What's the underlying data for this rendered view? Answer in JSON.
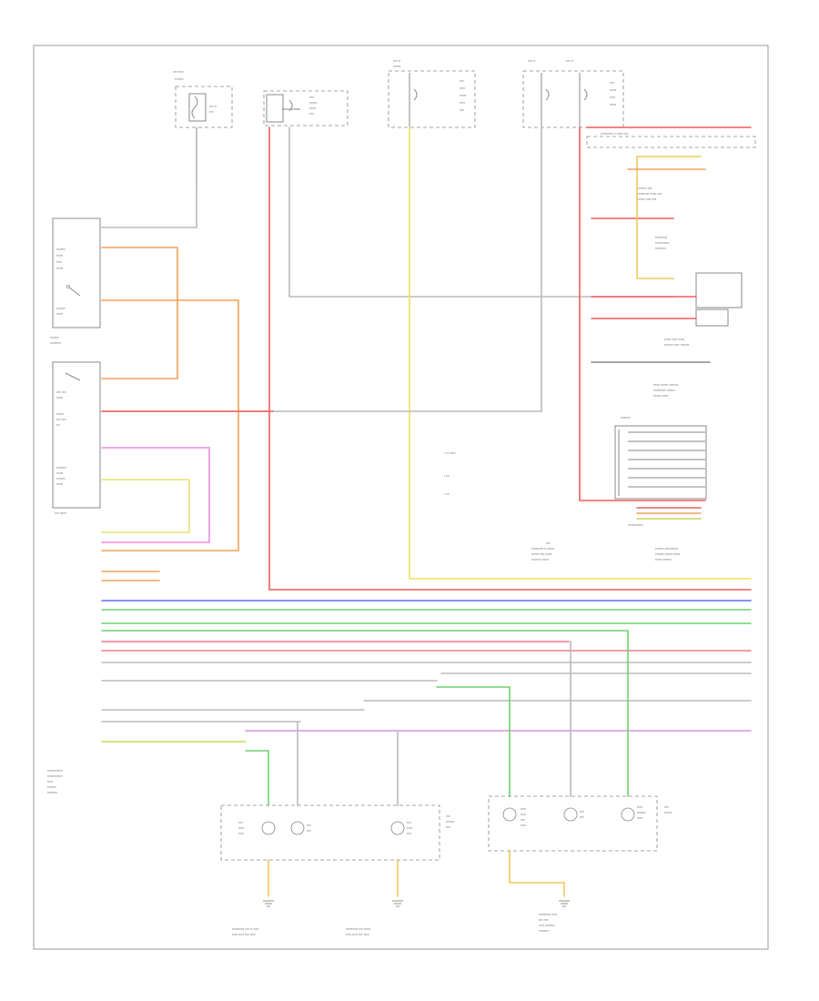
{
  "diagram": {
    "page_marker": "",
    "colors": {
      "red": "#f25c5c",
      "pink_red": "#f07a8a",
      "orange": "#f2a25a",
      "yellow": "#f0e25a",
      "yellow_green": "#c6d85a",
      "green": "#6fd06f",
      "blue": "#5a6ff2",
      "violet": "#d890e8",
      "magenta": "#f08ae0",
      "gray": "#bbbbbb",
      "black": "#888888"
    },
    "components": [
      {
        "id": "fuse-block-a",
        "icon": "fuse-icon"
      },
      {
        "id": "fuse-block-b",
        "icon": "fuse-icon"
      },
      {
        "id": "fuse-block-c",
        "icon": "fuse-icon"
      },
      {
        "id": "fuse-block-d",
        "icon": "fuse-icon"
      },
      {
        "id": "hazard-switch",
        "icon": "switch-icon"
      },
      {
        "id": "light-switch",
        "icon": "switch-icon"
      },
      {
        "id": "left-lamp-assembly",
        "icon": "lamp-icon"
      },
      {
        "id": "right-lamp-assembly",
        "icon": "lamp-icon"
      },
      {
        "id": "control-module",
        "icon": "module-icon"
      },
      {
        "id": "ground-left-1",
        "icon": "ground-icon"
      },
      {
        "id": "ground-left-2",
        "icon": "ground-icon"
      },
      {
        "id": "ground-right",
        "icon": "ground-icon"
      }
    ]
  }
}
